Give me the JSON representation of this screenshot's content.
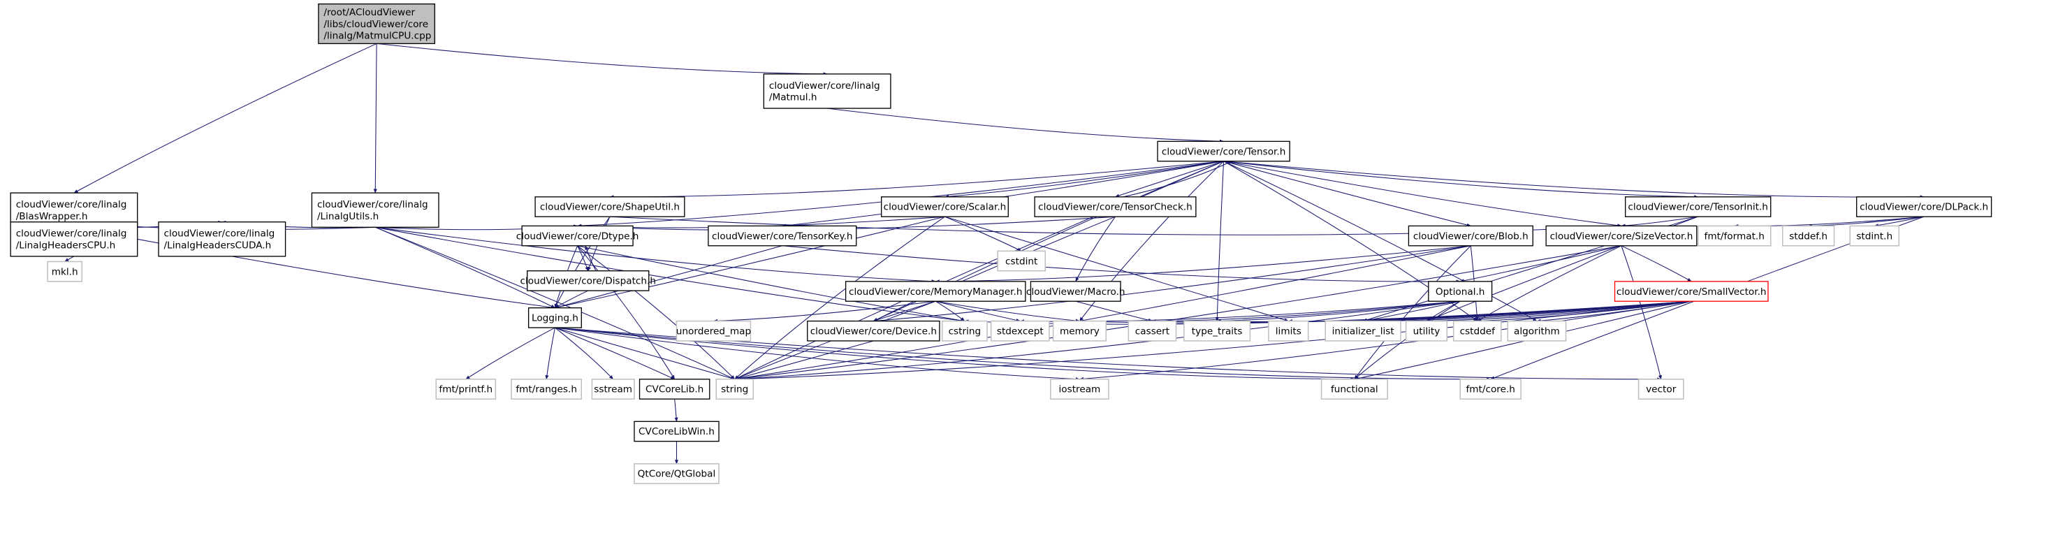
{
  "colors": {
    "edge": "#191970",
    "root_fill": "#bfbfbf",
    "documented_border": "#000000",
    "external_border": "#bfbfbf",
    "highlight_border": "#ff0000"
  },
  "nodes": [
    {
      "id": "root",
      "kind": "root",
      "lines": [
        "/root/ACloudViewer",
        "/libs/cloudViewer/core",
        "/linalg/MatmulCPU.cpp"
      ]
    },
    {
      "id": "matmul",
      "kind": "documented",
      "lines": [
        "cloudViewer/core/linalg",
        "/Matmul.h"
      ]
    },
    {
      "id": "tensor",
      "kind": "documented",
      "lines": [
        "cloudViewer/core/Tensor.h"
      ]
    },
    {
      "id": "blas",
      "kind": "documented",
      "lines": [
        "cloudViewer/core/linalg",
        "/BlasWrapper.h"
      ]
    },
    {
      "id": "linutils",
      "kind": "documented",
      "lines": [
        "cloudViewer/core/linalg",
        "/LinalgUtils.h"
      ]
    },
    {
      "id": "shapeutil",
      "kind": "documented",
      "lines": [
        "cloudViewer/core/ShapeUtil.h"
      ]
    },
    {
      "id": "scalar",
      "kind": "documented",
      "lines": [
        "cloudViewer/core/Scalar.h"
      ]
    },
    {
      "id": "tensorcheck",
      "kind": "documented",
      "lines": [
        "cloudViewer/core/TensorCheck.h"
      ]
    },
    {
      "id": "tensorinit",
      "kind": "documented",
      "lines": [
        "cloudViewer/core/TensorInit.h"
      ]
    },
    {
      "id": "dlpack",
      "kind": "documented",
      "lines": [
        "cloudViewer/core/DLPack.h"
      ]
    },
    {
      "id": "hcpu",
      "kind": "documented",
      "lines": [
        "cloudViewer/core/linalg",
        "/LinalgHeadersCPU.h"
      ]
    },
    {
      "id": "hcuda",
      "kind": "documented",
      "lines": [
        "cloudViewer/core/linalg",
        "/LinalgHeadersCUDA.h"
      ]
    },
    {
      "id": "dtype",
      "kind": "documented",
      "lines": [
        "cloudViewer/core/Dtype.h"
      ]
    },
    {
      "id": "tensorkey",
      "kind": "documented",
      "lines": [
        "cloudViewer/core/TensorKey.h"
      ]
    },
    {
      "id": "blob",
      "kind": "documented",
      "lines": [
        "cloudViewer/core/Blob.h"
      ]
    },
    {
      "id": "sizevector",
      "kind": "documented",
      "lines": [
        "cloudViewer/core/SizeVector.h"
      ]
    },
    {
      "id": "fmtformat",
      "kind": "external",
      "lines": [
        "fmt/format.h"
      ]
    },
    {
      "id": "stddef",
      "kind": "external",
      "lines": [
        "stddef.h"
      ]
    },
    {
      "id": "stdint",
      "kind": "external",
      "lines": [
        "stdint.h"
      ]
    },
    {
      "id": "mkl",
      "kind": "external",
      "lines": [
        "mkl.h"
      ]
    },
    {
      "id": "cstdint",
      "kind": "external",
      "lines": [
        "cstdint"
      ]
    },
    {
      "id": "dispatch",
      "kind": "documented",
      "lines": [
        "cloudViewer/core/Dispatch.h"
      ]
    },
    {
      "id": "memmgr",
      "kind": "documented",
      "lines": [
        "cloudViewer/core/MemoryManager.h"
      ]
    },
    {
      "id": "macro",
      "kind": "documented",
      "lines": [
        "cloudViewer/Macro.h"
      ]
    },
    {
      "id": "optional",
      "kind": "documented",
      "lines": [
        "Optional.h"
      ]
    },
    {
      "id": "smallvector",
      "kind": "highlighted",
      "lines": [
        "cloudViewer/core/SmallVector.h"
      ]
    },
    {
      "id": "logging",
      "kind": "documented",
      "lines": [
        "Logging.h"
      ]
    },
    {
      "id": "unordered_map",
      "kind": "external",
      "lines": [
        "unordered_map"
      ]
    },
    {
      "id": "device",
      "kind": "documented",
      "lines": [
        "cloudViewer/core/Device.h"
      ]
    },
    {
      "id": "cstring",
      "kind": "external",
      "lines": [
        "cstring"
      ]
    },
    {
      "id": "stdexcept",
      "kind": "external",
      "lines": [
        "stdexcept"
      ]
    },
    {
      "id": "memory",
      "kind": "external",
      "lines": [
        "memory"
      ]
    },
    {
      "id": "cassert",
      "kind": "external",
      "lines": [
        "cassert"
      ]
    },
    {
      "id": "type_traits",
      "kind": "external",
      "lines": [
        "type_traits"
      ]
    },
    {
      "id": "limits",
      "kind": "external",
      "lines": [
        "limits"
      ]
    },
    {
      "id": "initializer_list",
      "kind": "external",
      "lines": [
        "initializer_list"
      ]
    },
    {
      "id": "utility",
      "kind": "external",
      "lines": [
        "utility"
      ]
    },
    {
      "id": "cstddef",
      "kind": "external",
      "lines": [
        "cstddef"
      ]
    },
    {
      "id": "algorithm",
      "kind": "external",
      "lines": [
        "algorithm"
      ]
    },
    {
      "id": "fmtprintf",
      "kind": "external",
      "lines": [
        "fmt/printf.h"
      ]
    },
    {
      "id": "fmtranges",
      "kind": "external",
      "lines": [
        "fmt/ranges.h"
      ]
    },
    {
      "id": "sstream",
      "kind": "external",
      "lines": [
        "sstream"
      ]
    },
    {
      "id": "cvcorelib",
      "kind": "documented",
      "lines": [
        "CVCoreLib.h"
      ]
    },
    {
      "id": "string",
      "kind": "external",
      "lines": [
        "string"
      ]
    },
    {
      "id": "iostream",
      "kind": "external",
      "lines": [
        "iostream"
      ]
    },
    {
      "id": "functional",
      "kind": "external",
      "lines": [
        "functional"
      ]
    },
    {
      "id": "fmtcore",
      "kind": "external",
      "lines": [
        "fmt/core.h"
      ]
    },
    {
      "id": "vector",
      "kind": "external",
      "lines": [
        "vector"
      ]
    },
    {
      "id": "cvcorelibwin",
      "kind": "documented",
      "lines": [
        "CVCoreLibWin.h"
      ]
    },
    {
      "id": "qtglobal",
      "kind": "external",
      "lines": [
        "QtCore/QtGlobal"
      ]
    }
  ],
  "edges": [
    [
      "root",
      "blas"
    ],
    [
      "root",
      "linutils"
    ],
    [
      "root",
      "matmul"
    ],
    [
      "matmul",
      "tensor"
    ],
    [
      "blas",
      "hcpu"
    ],
    [
      "blas",
      "hcuda"
    ],
    [
      "blas",
      "logging"
    ],
    [
      "linutils",
      "hcpu"
    ],
    [
      "linutils",
      "hcuda"
    ],
    [
      "linutils",
      "dtype"
    ],
    [
      "linutils",
      "memmgr"
    ],
    [
      "linutils",
      "logging"
    ],
    [
      "linutils",
      "string"
    ],
    [
      "linutils",
      "cstring"
    ],
    [
      "hcpu",
      "mkl"
    ],
    [
      "tensor",
      "string"
    ],
    [
      "tensor",
      "shapeutil"
    ],
    [
      "tensor",
      "scalar"
    ],
    [
      "tensor",
      "tensorcheck"
    ],
    [
      "tensor",
      "tensorkey"
    ],
    [
      "tensor",
      "dtype"
    ],
    [
      "tensor",
      "blob"
    ],
    [
      "tensor",
      "sizevector"
    ],
    [
      "tensor",
      "tensorinit"
    ],
    [
      "tensor",
      "dlpack"
    ],
    [
      "tensor",
      "device"
    ],
    [
      "tensor",
      "memory"
    ],
    [
      "tensor",
      "type_traits"
    ],
    [
      "tensor",
      "algorithm"
    ],
    [
      "tensor",
      "cstddef"
    ],
    [
      "tensorcheck",
      "tensor"
    ],
    [
      "tensorcheck",
      "dtype"
    ],
    [
      "tensorcheck",
      "macro"
    ],
    [
      "tensorcheck",
      "device"
    ],
    [
      "shapeutil",
      "sizevector"
    ],
    [
      "shapeutil",
      "logging"
    ],
    [
      "shapeutil",
      "dispatch"
    ],
    [
      "scalar",
      "dtype"
    ],
    [
      "scalar",
      "cstdint"
    ],
    [
      "scalar",
      "logging"
    ],
    [
      "scalar",
      "string"
    ],
    [
      "scalar",
      "limits"
    ],
    [
      "tensorkey",
      "optional"
    ],
    [
      "tensorkey",
      "logging"
    ],
    [
      "dtype",
      "dispatch"
    ],
    [
      "dispatch",
      "dtype"
    ],
    [
      "dtype",
      "logging"
    ],
    [
      "dtype",
      "string"
    ],
    [
      "dtype",
      "cstring"
    ],
    [
      "dtype",
      "cvcorelib"
    ],
    [
      "dispatch",
      "logging"
    ],
    [
      "memmgr",
      "unordered_map"
    ],
    [
      "memmgr",
      "device"
    ],
    [
      "memmgr",
      "cstring"
    ],
    [
      "memmgr",
      "stdexcept"
    ],
    [
      "memmgr",
      "memory"
    ],
    [
      "memmgr",
      "string"
    ],
    [
      "macro",
      "cassert"
    ],
    [
      "device",
      "string"
    ],
    [
      "blob",
      "memmgr"
    ],
    [
      "blob",
      "device"
    ],
    [
      "blob",
      "string"
    ],
    [
      "blob",
      "functional"
    ],
    [
      "blob",
      "cstddef"
    ],
    [
      "sizevector",
      "smallvector"
    ],
    [
      "sizevector",
      "optional"
    ],
    [
      "sizevector",
      "cstddef"
    ],
    [
      "sizevector",
      "vector"
    ],
    [
      "sizevector",
      "string"
    ],
    [
      "tensorinit",
      "sizevector"
    ],
    [
      "tensorinit",
      "initializer_list"
    ],
    [
      "tensorinit",
      "utility"
    ],
    [
      "dlpack",
      "fmtformat"
    ],
    [
      "dlpack",
      "stddef"
    ],
    [
      "dlpack",
      "stdint"
    ],
    [
      "dlpack",
      "fmtcore"
    ],
    [
      "optional",
      "cassert"
    ],
    [
      "optional",
      "type_traits"
    ],
    [
      "optional",
      "initializer_list"
    ],
    [
      "optional",
      "utility"
    ],
    [
      "optional",
      "functional"
    ],
    [
      "optional",
      "string"
    ],
    [
      "optional",
      "stdexcept"
    ],
    [
      "smallvector",
      "algorithm"
    ],
    [
      "smallvector",
      "cstddef"
    ],
    [
      "smallvector",
      "utility"
    ],
    [
      "smallvector",
      "initializer_list"
    ],
    [
      "smallvector",
      "limits"
    ],
    [
      "smallvector",
      "type_traits"
    ],
    [
      "smallvector",
      "memory"
    ],
    [
      "smallvector",
      "cassert"
    ],
    [
      "smallvector",
      "cstring"
    ],
    [
      "smallvector",
      "iostream"
    ],
    [
      "smallvector",
      "functional"
    ],
    [
      "smallvector",
      "string"
    ],
    [
      "logging",
      "fmtprintf"
    ],
    [
      "logging",
      "fmtranges"
    ],
    [
      "logging",
      "sstream"
    ],
    [
      "logging",
      "cvcorelib"
    ],
    [
      "logging",
      "string"
    ],
    [
      "logging",
      "iostream"
    ],
    [
      "logging",
      "functional"
    ],
    [
      "logging",
      "fmtcore"
    ],
    [
      "logging",
      "vector"
    ],
    [
      "cvcorelib",
      "cvcorelibwin"
    ],
    [
      "cvcorelibwin",
      "qtglobal"
    ]
  ]
}
